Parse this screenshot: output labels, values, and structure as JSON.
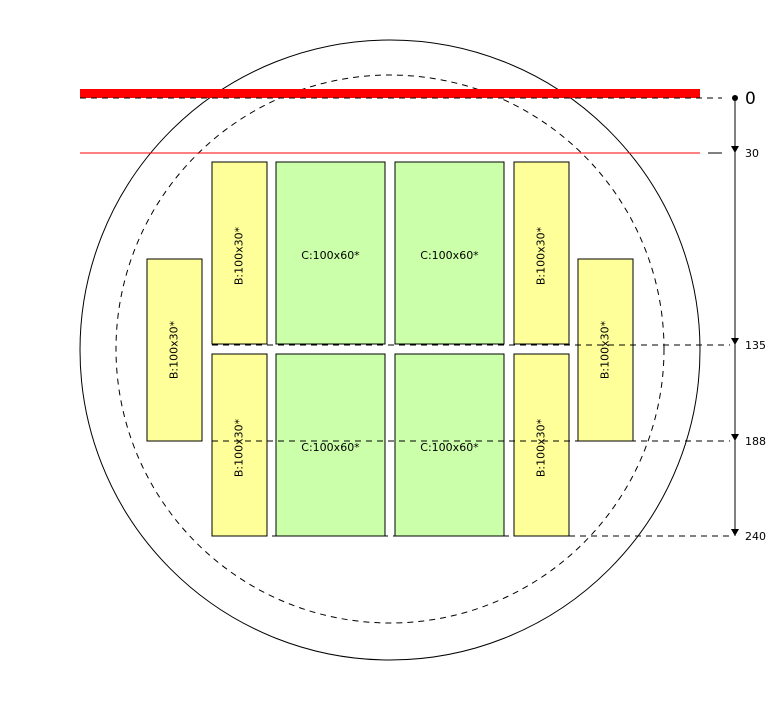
{
  "colors": {
    "panel_b": "#ffff99",
    "panel_c": "#ccffaa",
    "edge_bar": "#ff0000",
    "outline": "#000000"
  },
  "scale_labels": {
    "zero": "0",
    "ticks": [
      "30",
      "135",
      "188",
      "240"
    ]
  },
  "panels": {
    "b_label": "B:100x30*",
    "c_label": "C:100x60*"
  }
}
